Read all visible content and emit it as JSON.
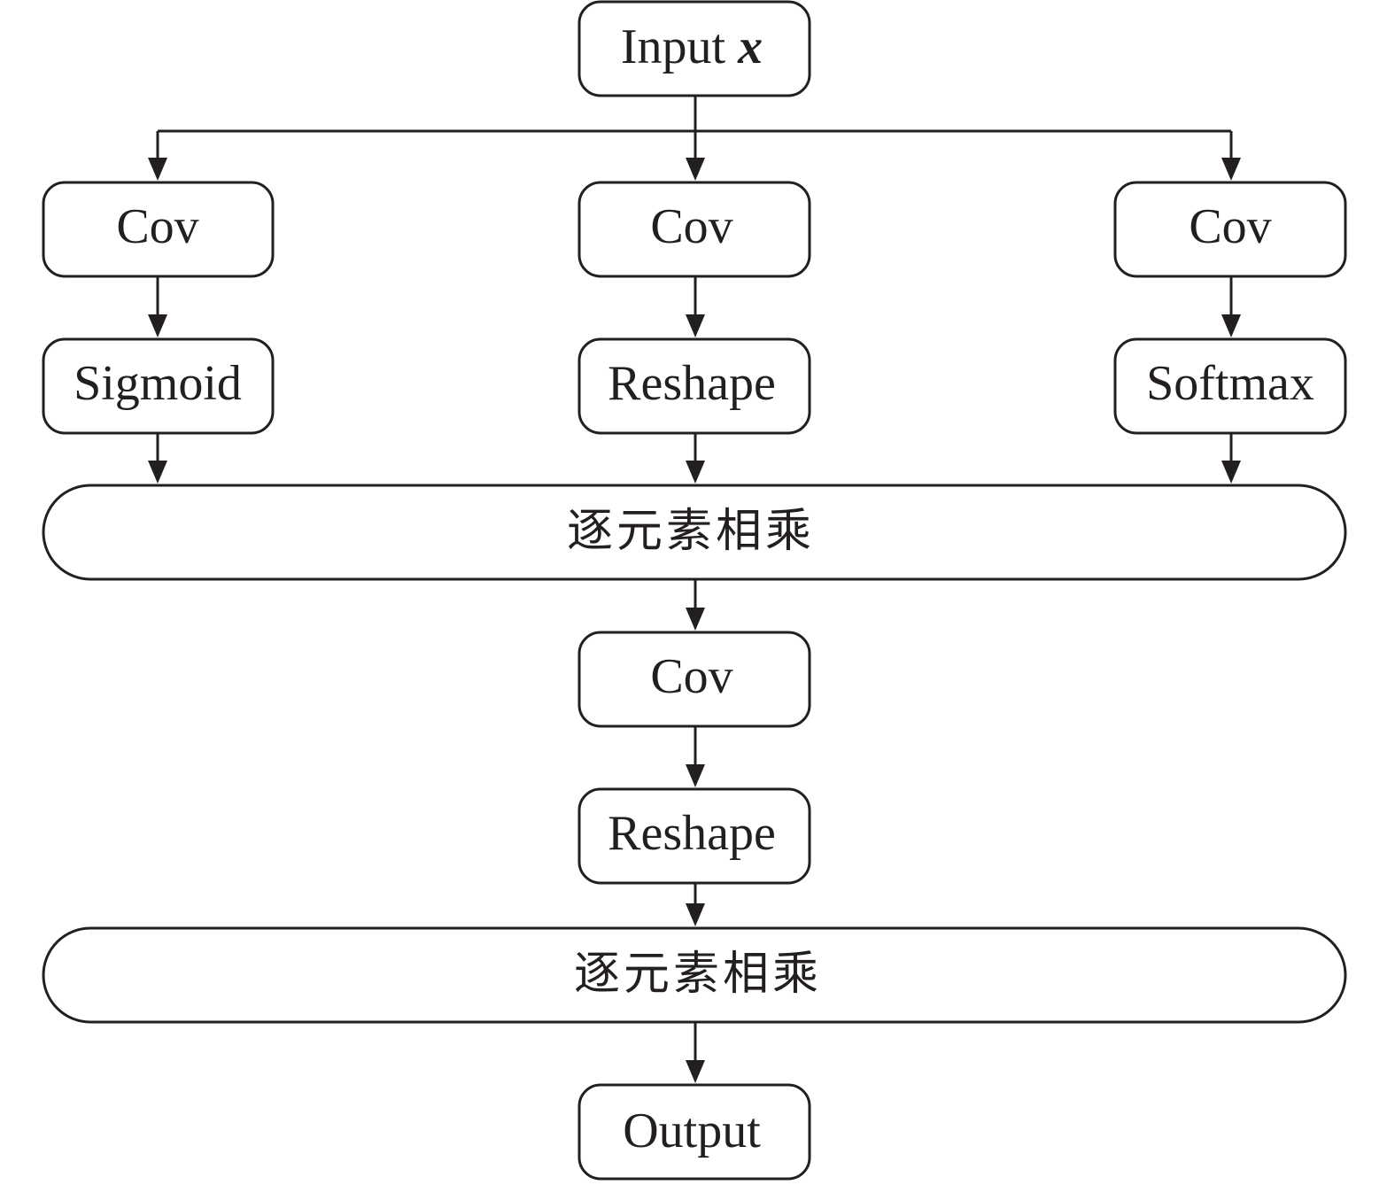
{
  "diagram": {
    "input": {
      "label": "Input ",
      "variable": "x"
    },
    "left": {
      "cov": "Cov",
      "activation": "Sigmoid"
    },
    "middle": {
      "cov": "Cov",
      "activation": "Reshape"
    },
    "right": {
      "cov": "Cov",
      "activation": "Softmax"
    },
    "multiply_1": "逐元素相乘",
    "post_cov": "Cov",
    "post_reshape": "Reshape",
    "multiply_2": "逐元素相乘",
    "output": "Output"
  }
}
